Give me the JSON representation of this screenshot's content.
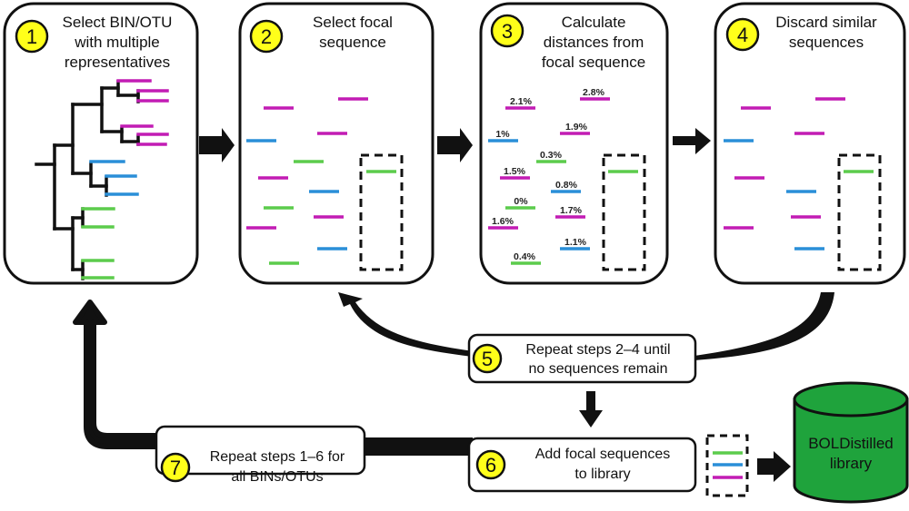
{
  "colors": {
    "magenta": "#c21cb4",
    "blue": "#2a8fd8",
    "green": "#5ccc4c",
    "badge": "#ffff1a",
    "database": "#1fa33c",
    "stroke": "#111111"
  },
  "steps": [
    {
      "number": "1",
      "title_lines": [
        "Select BIN/OTU",
        "with multiple",
        "representatives"
      ]
    },
    {
      "number": "2",
      "title_lines": [
        "Select focal",
        "sequence"
      ]
    },
    {
      "number": "3",
      "title_lines": [
        "Calculate",
        "distances from",
        "focal sequence"
      ]
    },
    {
      "number": "4",
      "title_lines": [
        "Discard similar",
        "sequences"
      ]
    },
    {
      "number": "5",
      "title_lines": [
        "Repeat steps 2–4 until",
        "no sequences remain"
      ]
    },
    {
      "number": "6",
      "title_lines": [
        "Add focal sequences",
        "to library"
      ]
    },
    {
      "number": "7",
      "title_lines": [
        "Repeat steps 1–6 for",
        "all BINs/OTUs"
      ]
    }
  ],
  "distances": [
    "2.1%",
    "2.8%",
    "1%",
    "1.9%",
    "0.3%",
    "1.5%",
    "0.8%",
    "0%",
    "1.7%",
    "1.6%",
    "1.1%",
    "0.4%"
  ],
  "library": {
    "lines": [
      "BOLDistilled",
      "library"
    ]
  }
}
